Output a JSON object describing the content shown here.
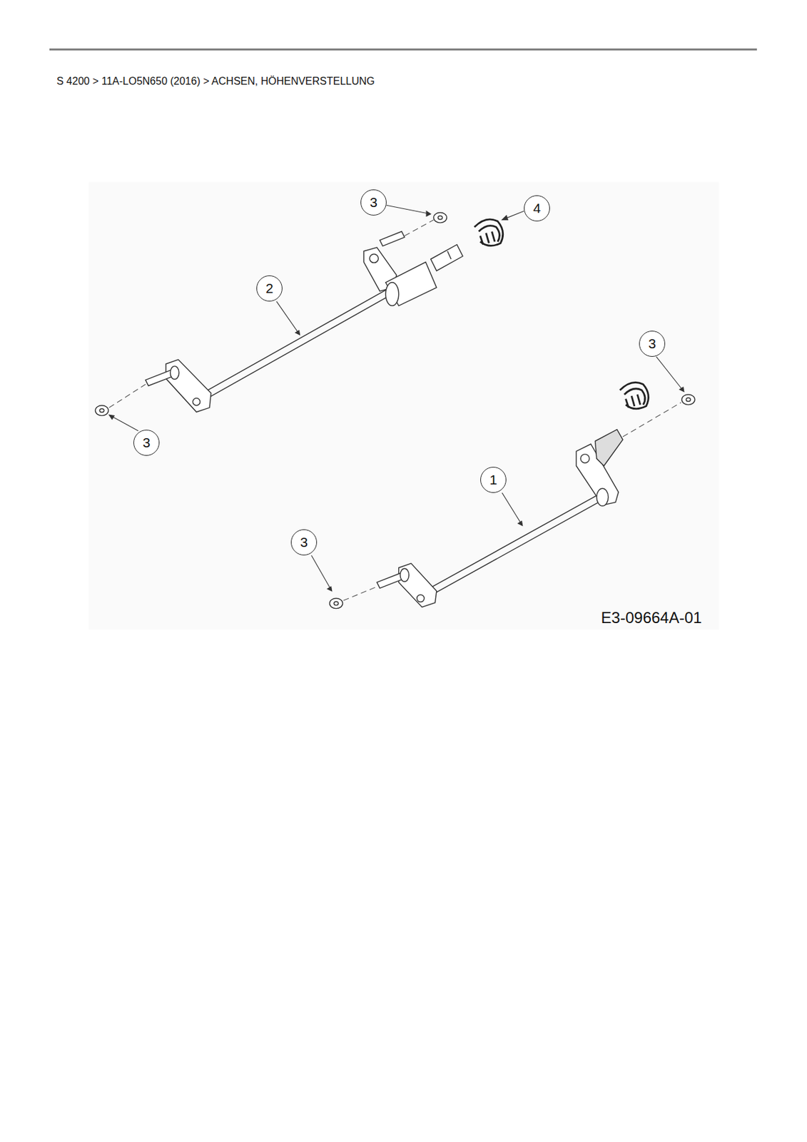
{
  "diagram": {
    "title": "S 4200  >  11A-LO5N650 (2016)  >  ACHSEN, HÖHENVERSTELLUNG",
    "labels": [
      "3",
      "4",
      "2",
      "3",
      "3",
      "1",
      "3",
      "E3-09664A-01"
    ]
  }
}
